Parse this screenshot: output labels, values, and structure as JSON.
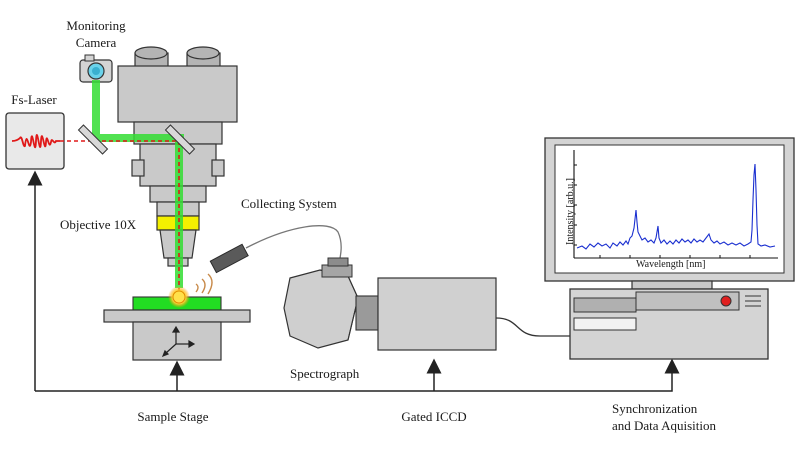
{
  "labels": {
    "monitoring_camera": [
      "Monitoring",
      "Camera"
    ],
    "fs_laser": "Fs-Laser",
    "objective": "Objective 10X",
    "collecting_system": "Collecting System",
    "spectrograph": "Spectrograph",
    "sample_stage": "Sample Stage",
    "gated_iccd": "Gated ICCD",
    "sync": [
      "Synchronization",
      "and Data Aquisition"
    ]
  },
  "spectrum_plot": {
    "ylabel": "Intensity [arb.u.]",
    "xlabel": "Wavelength [nm]",
    "line_color": "#1a2fd0"
  },
  "colors": {
    "laser_beam": "#e01818",
    "green_beam": "#33dd33",
    "sample": "#22dd22",
    "objective_ring": "#f4f000",
    "power_button": "#e02020"
  }
}
